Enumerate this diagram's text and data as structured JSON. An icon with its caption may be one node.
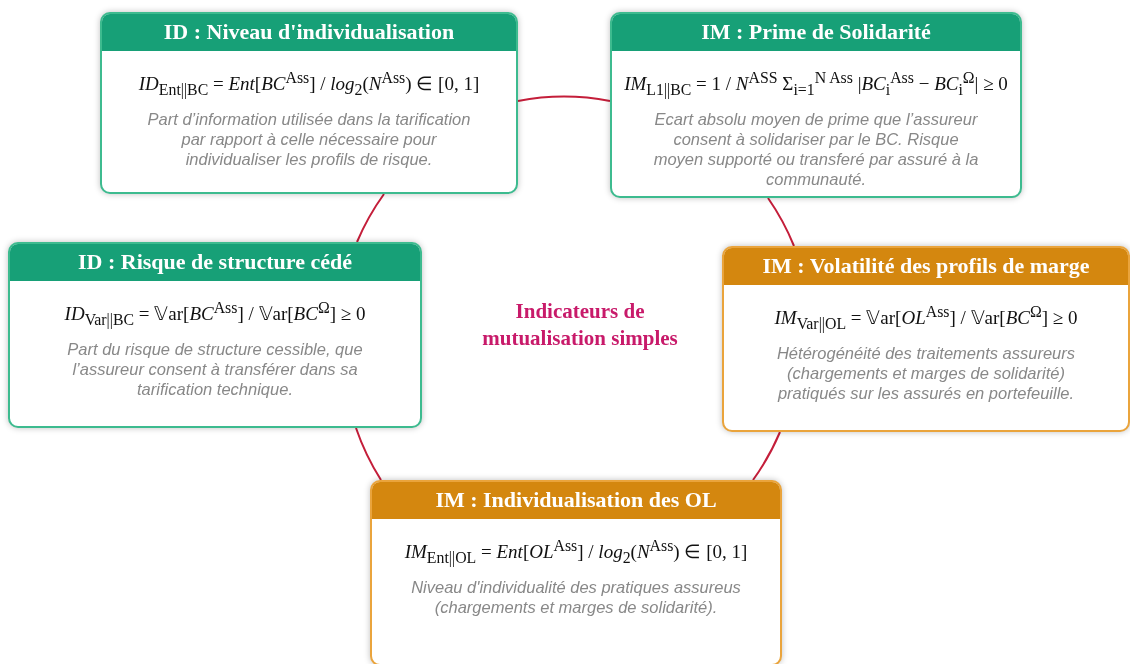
{
  "diagram": {
    "nodes": [
      {
        "text": [
          "ID : Niveau d'individualisation",
          "*ID*$_{Ent||BC}$ = *Ent*[*BC*$^{Ass}$] / *log*$_{2}$(*N*$^{Ass}$) ∈ [0, 1]",
          "Part d’information utilisée dans la tarification par rapport à celle nécessaire pour individualiser les profils de risque."
        ]
      },
      {
        "text": [
          "IM : Prime de Solidarité",
          "*IM*$_{L1||BC}$ = 1 / *N*$^{ASS}$ Σ$_{i=1}$$^{N Ass}$ |*BC*$_{i}$$^{Ass}$ − *BC*$_{i}$$^{Ω}$| ≥ 0",
          "Ecart absolu moyen de prime que l’assureur consent à solidariser par le BC. Risque moyen supporté ou transferé par assuré à la communauté."
        ]
      },
      {
        "text": [
          "ID : Risque de structure cédé",
          "*ID*$_{Var||BC}$ = 𝕍ar[*BC*$^{Ass}$] / 𝕍ar[*BC*$^{Ω}$] ≥ 0",
          "Part du risque de structure cessible, que l’assureur consent à transférer dans sa tarification technique."
        ]
      },
      {
        "text": [
          "IM : Volatilité des profils de marge",
          "*IM*$_{Var||OL}$ = 𝕍ar[*OL*$^{Ass}$] / 𝕍ar[*BC*$^{Ω}$] ≥ 0",
          "Hétérogénéité des traitements assureurs (chargements et marges de solidarité) pratiqués sur les assurés en portefeuille."
        ]
      },
      {
        "text": [
          "IM : Individualisation des OL",
          "*IM*$_{Ent||OL}$ = *Ent*[*OL*$^{Ass}$] / *log*$_{2}$(*N*$^{Ass}$) ∈ [0, 1]",
          "Niveau d'individualité des pratiques assureus (chargements et marges de solidarité)."
        ]
      }
    ],
    "edges": [
      {
        "from": 0,
        "to": 1,
        "arrow": "none"
      },
      {
        "from": 1,
        "to": 3,
        "arrow": "none"
      },
      {
        "from": 3,
        "to": 4,
        "arrow": "none"
      },
      {
        "from": 4,
        "to": 2,
        "arrow": "none"
      },
      {
        "from": 2,
        "to": 0,
        "arrow": "none"
      }
    ],
    "labels": [
      "Indicateurs de mutualisation simples"
    ]
  }
}
